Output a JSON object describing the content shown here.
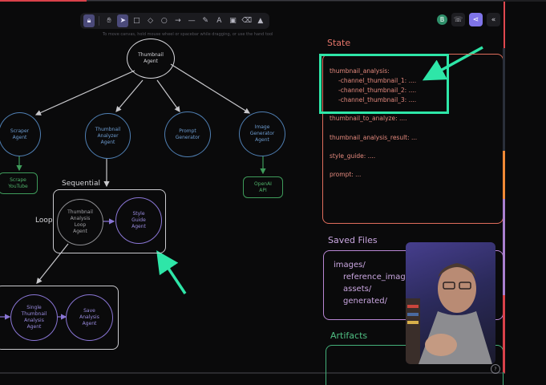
{
  "toolbar": {
    "tools": [
      "lock-icon",
      "hand-icon",
      "pointer-icon",
      "rectangle-icon",
      "diamond-icon",
      "ellipse-icon",
      "arrow-icon",
      "line-icon",
      "pencil-icon",
      "text-icon",
      "image-icon",
      "eraser-icon",
      "library-icon"
    ],
    "hint": "To move canvas, hold mouse wheel or spacebar while dragging, or use the hand tool"
  },
  "header_right": {
    "avatar_initial": "B",
    "icons": [
      "phone-icon",
      "share-icon",
      "collapse-icon"
    ]
  },
  "diagram": {
    "root": "Thumbnail\nAgent",
    "children": [
      {
        "label": "Scraper\nAgent",
        "tool": "Scrape\nYouTube"
      },
      {
        "label": "Thumbnail\nAnalyzer\nAgent"
      },
      {
        "label": "Prompt\nGenerator"
      },
      {
        "label": "Image\nGenerator\nAgent",
        "tool": "OpenAI\nAPI"
      }
    ],
    "sequential_label": "Sequential",
    "loop_label": "Loop",
    "loop_agent": "Thumbnail\nAnalysis\nLoop\nAgent",
    "style_guide_agent": "Style\nGuide\nAgent",
    "single_analysis_agent": "Single\nThumbnail\nAnalysis\nAgent",
    "save_analysis_agent": "Save\nAnalysis\nAgent"
  },
  "state_panel": {
    "title": "State",
    "lines": [
      "thumbnail_analysis:",
      "-channel_thumbnail_1: ....",
      "-channel_thumbnail_2: ....",
      "-channel_thumbnail_3: ....",
      "thumbnail_to_analyze: ....",
      "thumbnail_analysis_result: ...",
      "style_guide: ....",
      "prompt: ..."
    ]
  },
  "saved_files": {
    "title": "Saved Files",
    "lines": [
      "images/",
      "reference_imag",
      "assets/",
      "generated/"
    ]
  },
  "artifacts": {
    "title": "Artifacts"
  },
  "colors": {
    "accent_arrow": "#2ee6a8",
    "state": "#e06d5c",
    "files": "#b886d4",
    "artifacts": "#43b07a",
    "agent_blue": "#4f7fb3",
    "agent_purple": "#8a76d6"
  },
  "help": "?"
}
